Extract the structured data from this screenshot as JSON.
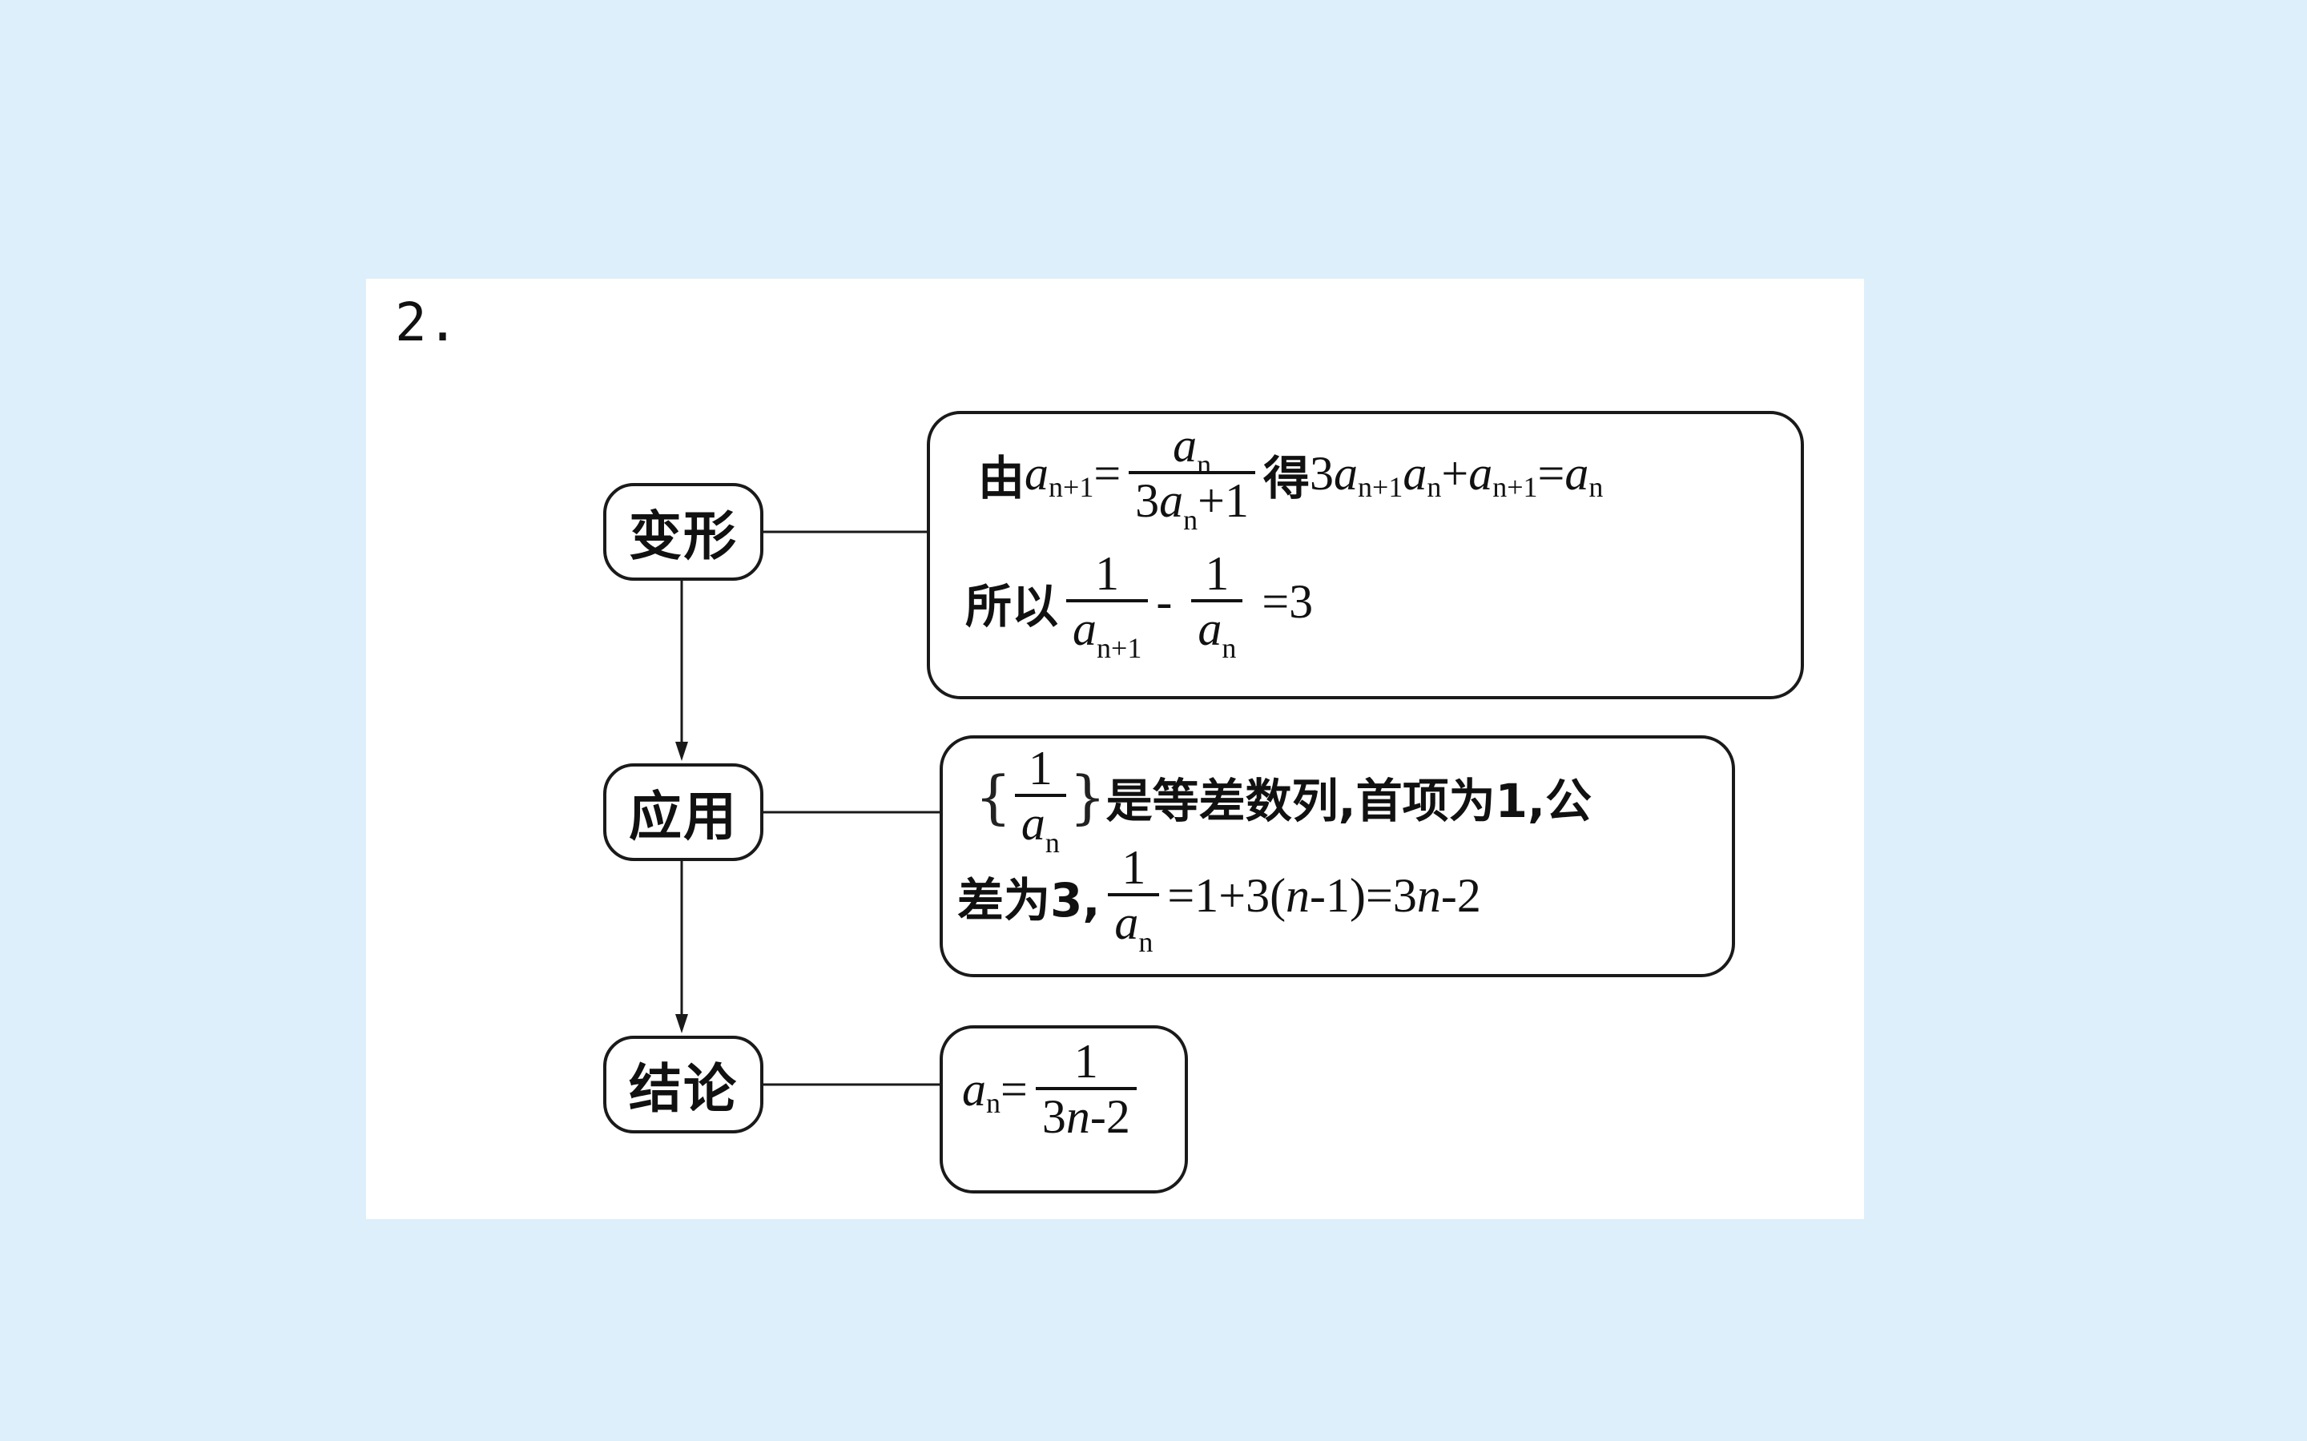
{
  "problem": {
    "number": "2."
  },
  "steps": [
    {
      "label": "变形"
    },
    {
      "label": "应用"
    },
    {
      "label": "结论"
    }
  ],
  "transform_box": {
    "line1": {
      "prefix": "由",
      "var": "a",
      "sub": "n+1",
      "eq": "=",
      "frac_num_var": "a",
      "frac_num_sub": "n",
      "frac_den_coef": "3",
      "frac_den_var": "a",
      "frac_den_sub": "n",
      "frac_den_tail": "+1",
      "mid": "得",
      "coef": "3",
      "t1_var": "a",
      "t1_sub": "n+1",
      "t2_var": "a",
      "t2_sub": "n",
      "plus": "+",
      "t3_var": "a",
      "t3_sub": "n+1",
      "eq2": "=",
      "t4_var": "a",
      "t4_sub": "n"
    },
    "line2": {
      "prefix": "所以",
      "frac1_num": "1",
      "frac1_den_var": "a",
      "frac1_den_sub": "n+1",
      "minus": "-",
      "frac2_num": "1",
      "frac2_den_var": "a",
      "frac2_den_sub": "n",
      "result": "=3"
    }
  },
  "apply_box": {
    "line1": {
      "brace_open": "{",
      "frac_num": "1",
      "frac_den_var": "a",
      "frac_den_sub": "n",
      "brace_close": "}",
      "text": "是等差数列,首项为1,公"
    },
    "line2": {
      "text": "差为3,",
      "frac_num": "1",
      "frac_den_var": "a",
      "frac_den_sub": "n",
      "eq_a": "=1+3(",
      "eq_n1": "n",
      "eq_b": "-1)=3",
      "eq_n2": "n",
      "eq_c": "-2"
    }
  },
  "conclusion_box": {
    "var": "a",
    "sub": "n",
    "eq": "=",
    "frac_num": "1",
    "frac_den_a": "3",
    "frac_den_var": "n",
    "frac_den_b": "-2"
  }
}
